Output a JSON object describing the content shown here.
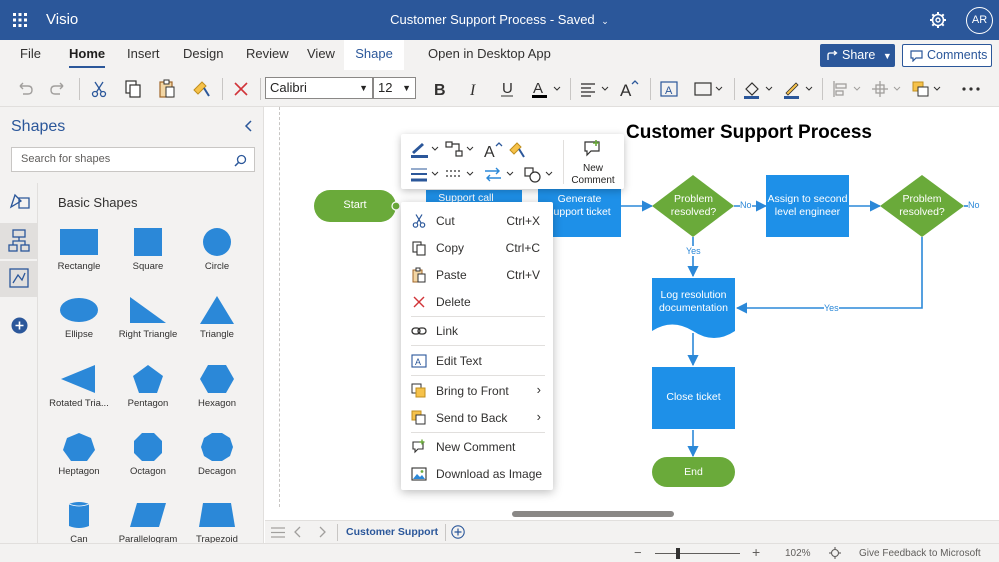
{
  "app": {
    "name": "Visio",
    "doc_title": "Customer Support Process",
    "save_status": "Saved",
    "avatar": "AR"
  },
  "menu": {
    "tabs": [
      "File",
      "Home",
      "Insert",
      "Design",
      "Review",
      "View",
      "Shape"
    ],
    "active_tab": "Home",
    "open_desktop": "Open in Desktop App",
    "share_label": "Share",
    "comments_label": "Comments"
  },
  "ribbon": {
    "font_name": "Calibri",
    "font_size": "12"
  },
  "shapes_panel": {
    "title": "Shapes",
    "search_placeholder": "Search for shapes",
    "stencil_title": "Basic Shapes",
    "shapes": [
      "Rectangle",
      "Square",
      "Circle",
      "Ellipse",
      "Right Triangle",
      "Triangle",
      "Rotated Tria...",
      "Pentagon",
      "Hexagon",
      "Heptagon",
      "Octagon",
      "Decagon",
      "Can",
      "Parallelogram",
      "Trapezoid"
    ]
  },
  "diagram": {
    "title": "Customer Support Process",
    "nodes": {
      "start": "Start",
      "support_call": "Support call",
      "generate_ticket": [
        "Generate",
        "support ticket"
      ],
      "problem_resolved_1": [
        "Problem",
        "resolved?"
      ],
      "assign_second": [
        "Assign to second",
        "level engineer"
      ],
      "problem_resolved_2": [
        "Problem",
        "resolved?"
      ],
      "log_resolution": [
        "Log resolution",
        "documentation"
      ],
      "close_ticket": "Close ticket",
      "end": "End"
    },
    "edge_labels": {
      "no_1": "No",
      "no_2": "No",
      "yes_1": "Yes",
      "yes_2": "Yes"
    }
  },
  "mini_toolbar": {
    "new_comment": [
      "New",
      "Comment"
    ]
  },
  "context_menu": {
    "items": [
      {
        "label": "Cut",
        "shortcut": "Ctrl+X"
      },
      {
        "label": "Copy",
        "shortcut": "Ctrl+C"
      },
      {
        "label": "Paste",
        "shortcut": "Ctrl+V"
      },
      {
        "label": "Delete",
        "shortcut": ""
      },
      {
        "label": "Link",
        "shortcut": ""
      },
      {
        "label": "Edit Text",
        "shortcut": ""
      },
      {
        "label": "Bring to Front",
        "shortcut": ""
      },
      {
        "label": "Send to Back",
        "shortcut": ""
      },
      {
        "label": "New Comment",
        "shortcut": ""
      },
      {
        "label": "Download as Image",
        "shortcut": ""
      }
    ]
  },
  "sheet": {
    "name": "Customer Support"
  },
  "status": {
    "zoom": "102%",
    "feedback": "Give Feedback to Microsoft"
  },
  "colors": {
    "brand": "#2b579a",
    "shape_blue": "#2b88d8",
    "decision_green": "#6aaa3a",
    "node_blue": "#1e90e8"
  }
}
